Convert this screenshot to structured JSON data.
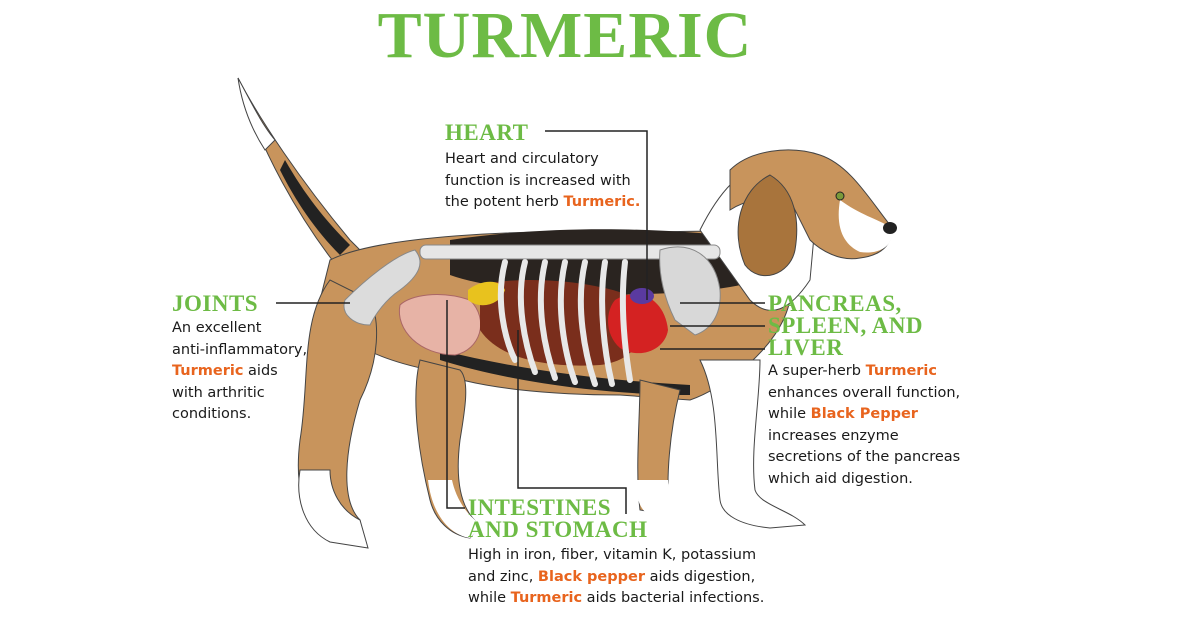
{
  "title": "TURMERIC",
  "colors": {
    "heading": "#6dbb45",
    "highlight": "#e8641e"
  },
  "callouts": {
    "heart": {
      "heading": "HEART",
      "lines": [
        "Heart and circulatory",
        "function is increased with",
        "the potent herb "
      ],
      "highlight": "Turmeric."
    },
    "joints": {
      "heading": "JOINTS",
      "lines": [
        "An excellent",
        "anti-inflammatory,"
      ],
      "highlight": "Turmeric",
      "after_highlight": " aids",
      "lines_end": [
        "with arthritic",
        "conditions."
      ]
    },
    "pancreas": {
      "heading_lines": [
        "PANCREAS,",
        "SPLEEN, AND",
        "LIVER"
      ],
      "line1": "A super-herb ",
      "highlight1": "Turmeric",
      "line2": "enhances overall function,",
      "line3": "while ",
      "highlight2": "Black Pepper",
      "line4": "increases enzyme",
      "line5": "secretions of the pancreas",
      "line6": "which aid digestion."
    },
    "intestines": {
      "heading_lines": [
        "INTESTINES",
        "AND STOMACH"
      ],
      "line1": "High in iron, fiber, vitamin K, potassium",
      "line2a": "and zinc, ",
      "highlight1": "Black pepper",
      "line2b": " aids digestion,",
      "line3a": "while ",
      "highlight2": "Turmeric",
      "line3b": " aids bacterial infections."
    }
  }
}
